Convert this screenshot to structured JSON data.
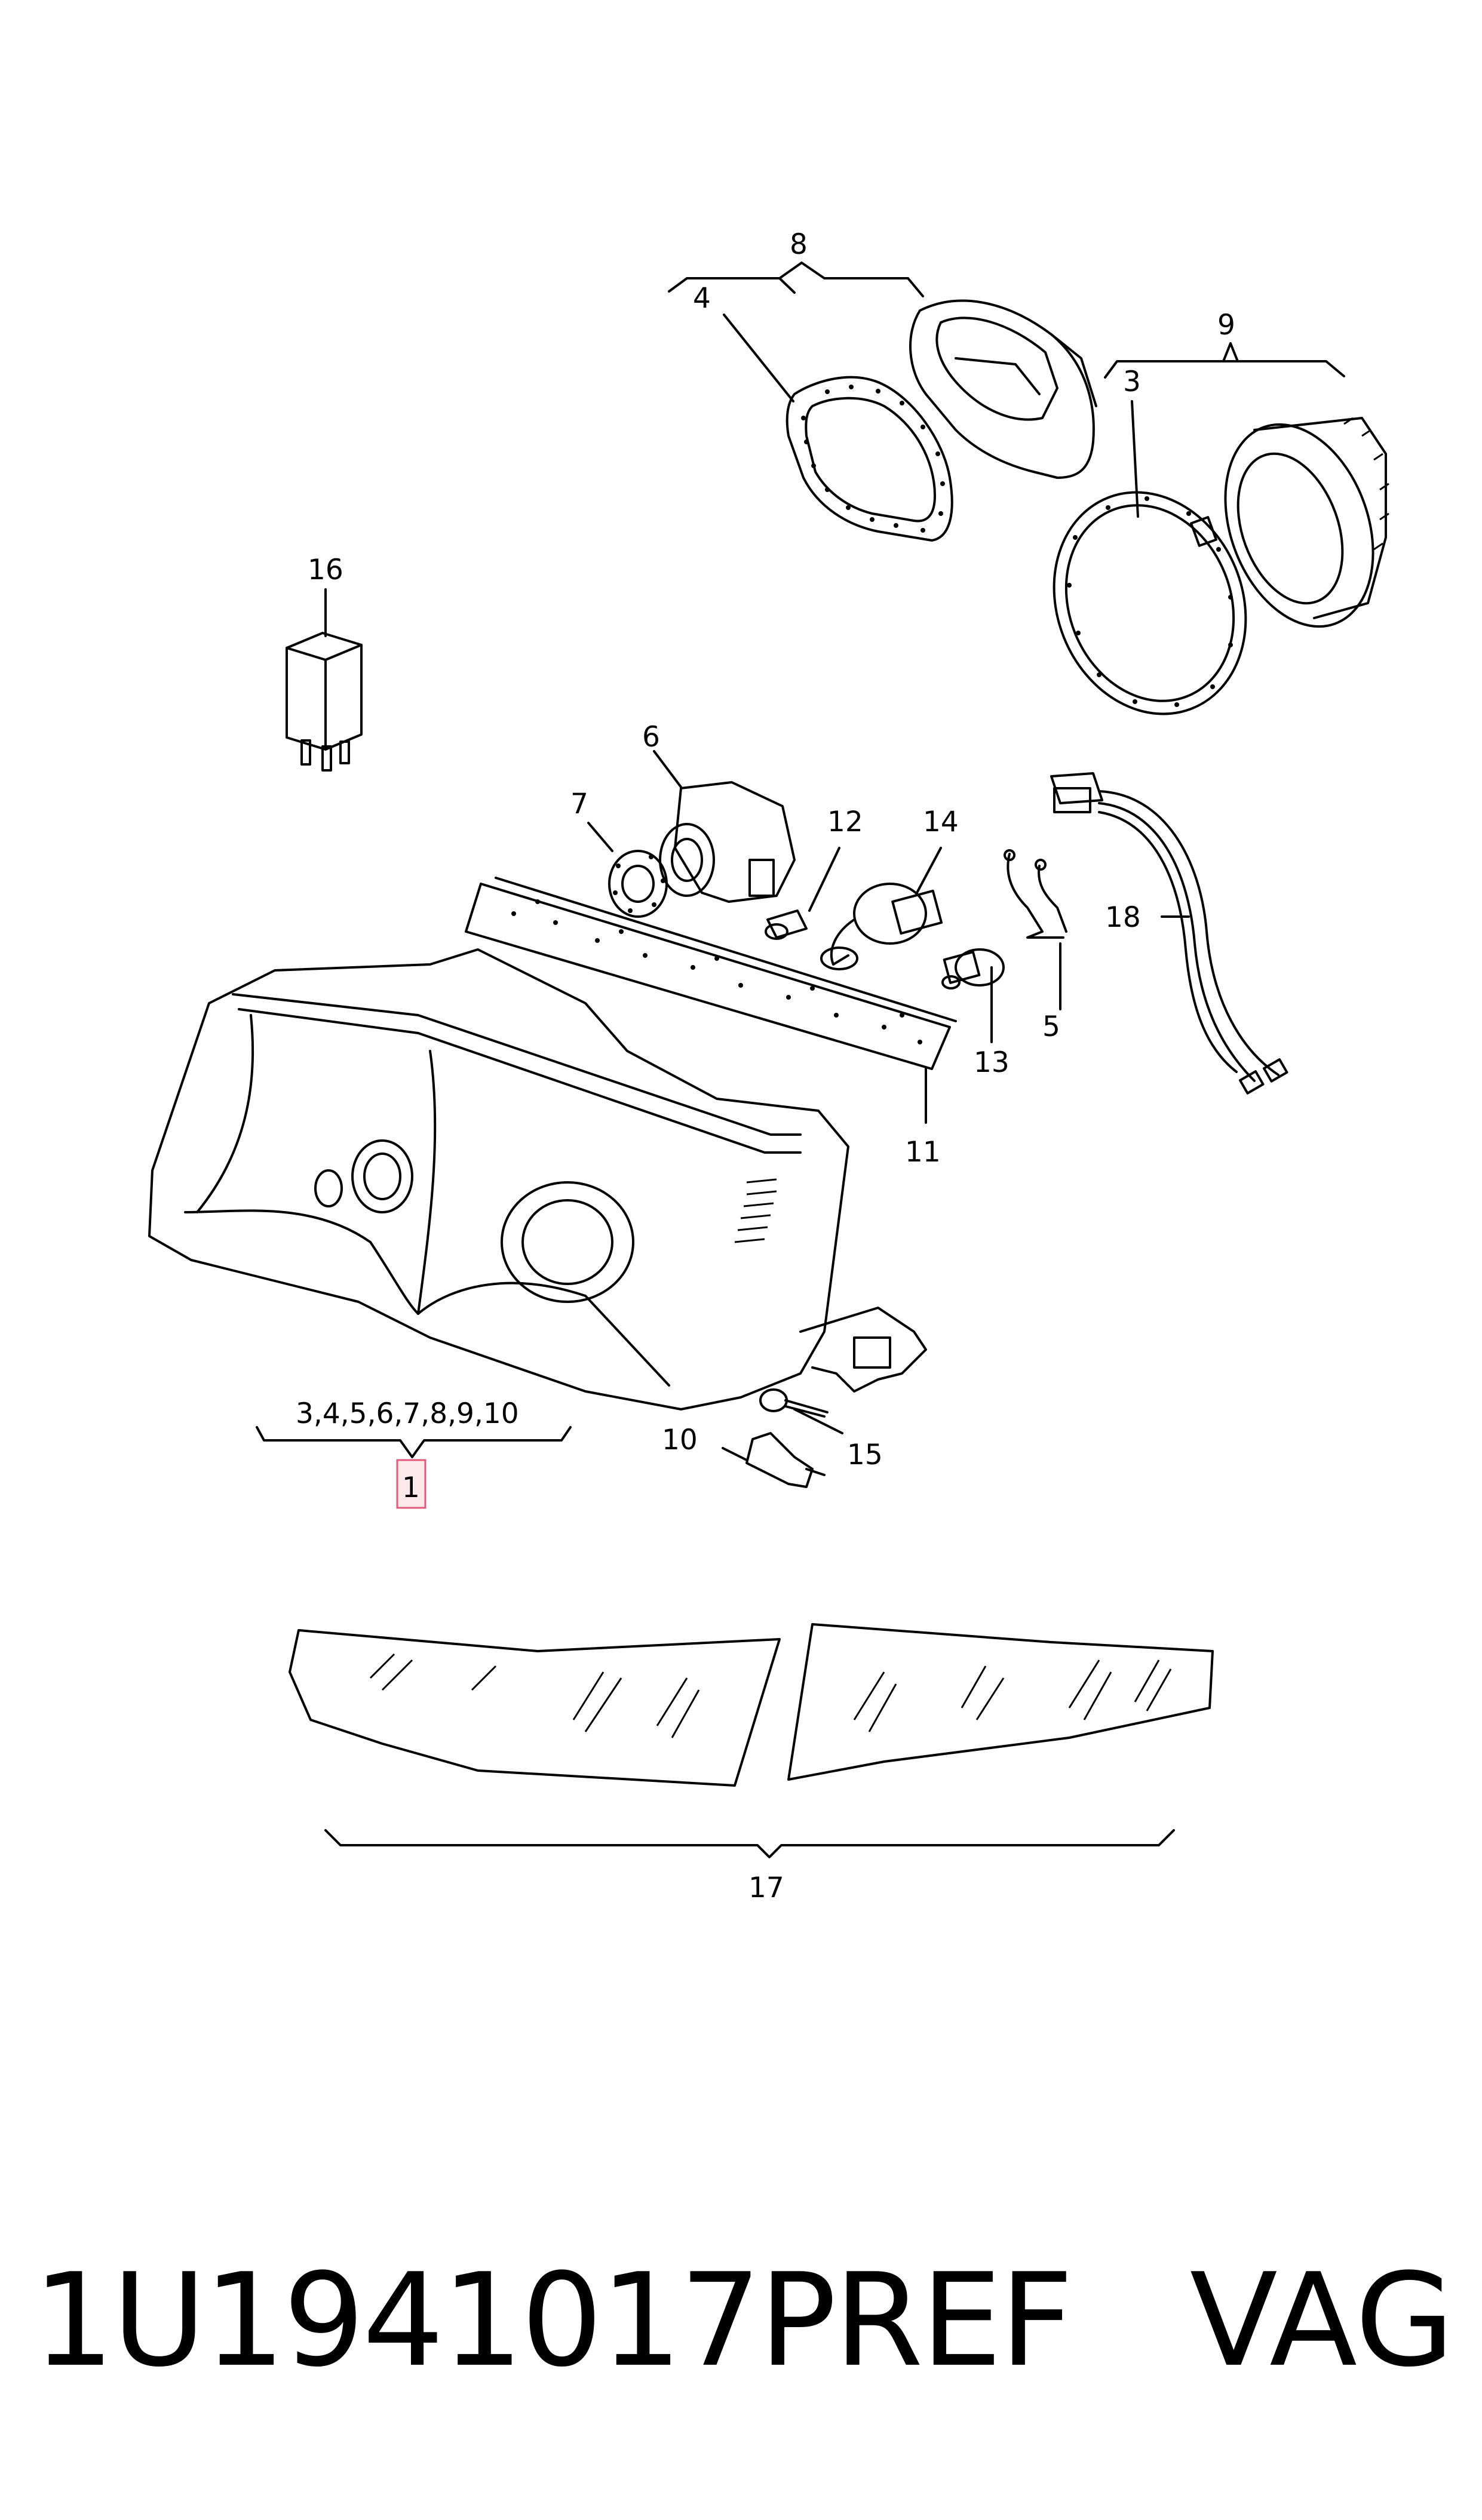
{
  "callouts": {
    "c8": "8",
    "c4": "4",
    "c9": "9",
    "c3": "3",
    "c16": "16",
    "c6": "6",
    "c7": "7",
    "c12": "12",
    "c14": "14",
    "c5": "5",
    "c18": "18",
    "c13": "13",
    "c11": "11",
    "c10": "10",
    "c15": "15",
    "c17": "17",
    "group_list": "3,4,5,6,7,8,9,10",
    "main": "1"
  },
  "footer": {
    "part_number": "1U1941017PREF",
    "brand": "VAG"
  },
  "colors": {
    "highlight_fill": "#fde8ec",
    "highlight_stroke": "#e05a7a"
  }
}
